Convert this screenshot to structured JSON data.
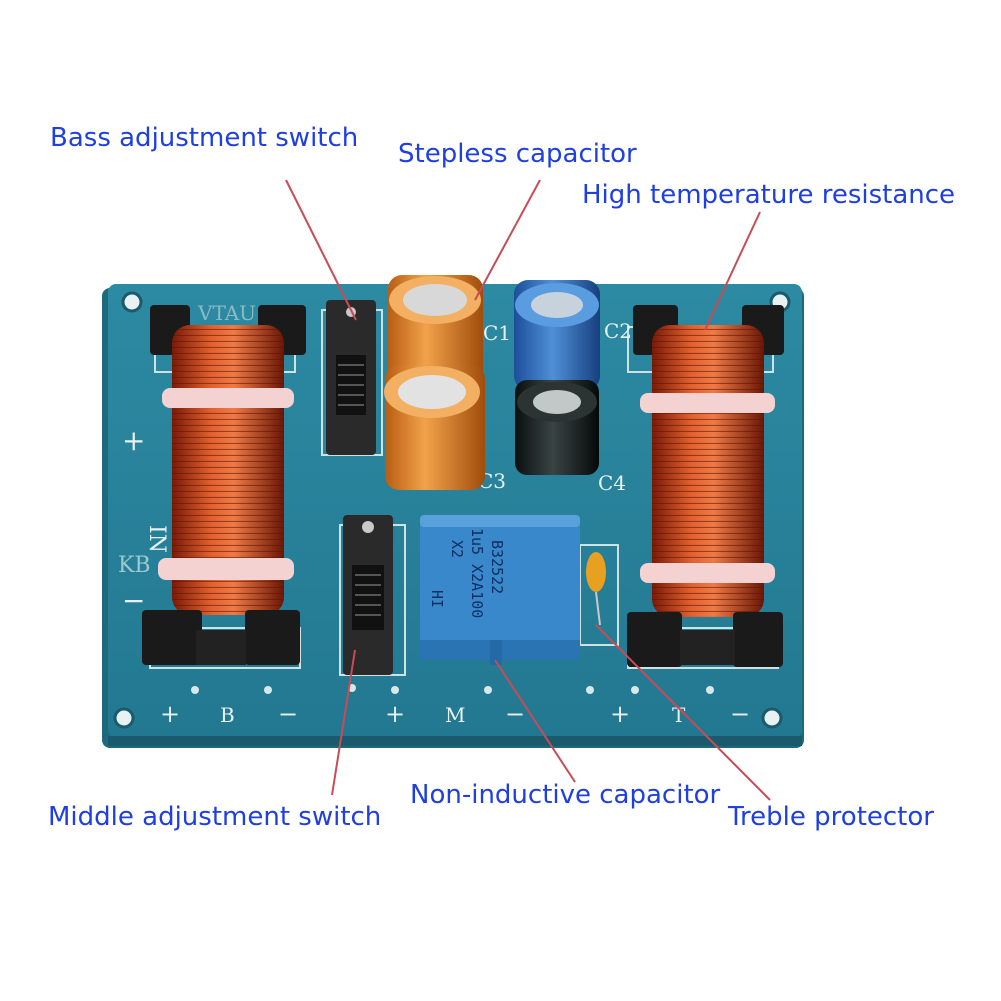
{
  "callouts": {
    "bass_switch": "Bass adjustment switch",
    "stepless_capacitor": "Stepless capacitor",
    "high_temp_resistance": "High temperature resistance",
    "middle_switch": "Middle adjustment switch",
    "non_inductive_capacitor": "Non-inductive capacitor",
    "treble_protector": "Treble protector"
  },
  "board_labels": {
    "model": "VTAU 351",
    "c1": "C1",
    "c2": "C2",
    "c3": "C3",
    "c4": "C4",
    "bass_plus": "+",
    "bass": "B",
    "bass_minus": "−",
    "mid_plus": "+",
    "mid": "M",
    "mid_minus": "−",
    "treble_plus": "+",
    "treble": "T",
    "treble_minus": "−",
    "in_plus": "+",
    "in": "IN",
    "in_minus": "−",
    "kb": "KB"
  },
  "capacitor_text": [
    "B32522",
    "1u5 X2A100",
    "X2",
    "HI"
  ],
  "colors": {
    "callout_text": "#1f3fe0",
    "leader_line": "#c84b55",
    "board": "#2e8ca3",
    "copper": "#c2401c",
    "cap_blue": "#3f8fd0"
  }
}
